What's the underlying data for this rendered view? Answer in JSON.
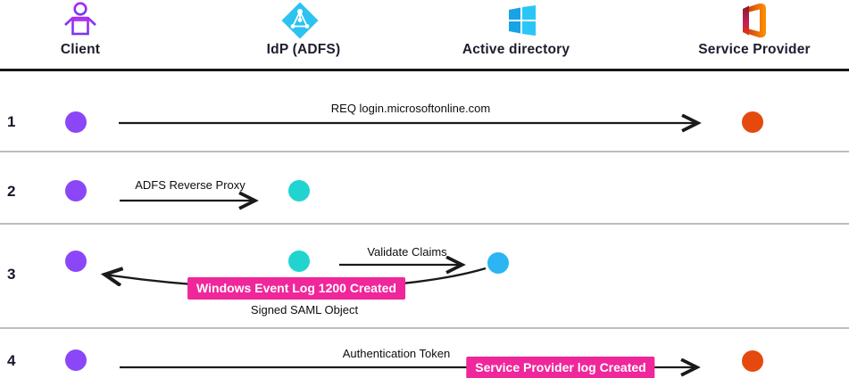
{
  "diagram": {
    "columns": [
      {
        "label": "Client",
        "icon": "person-icon"
      },
      {
        "label": "IdP (ADFS)",
        "icon": "azure-ad-diamond-icon"
      },
      {
        "label": "Active directory",
        "icon": "windows-icon"
      },
      {
        "label": "Service Provider",
        "icon": "office-icon"
      }
    ],
    "rows": [
      {
        "number": "1",
        "label": "REQ login.microsoftonline.com"
      },
      {
        "number": "2",
        "label": "ADFS Reverse Proxy"
      },
      {
        "number": "3",
        "label": "Validate Claims",
        "badge": "Windows Event Log 1200 Created",
        "sublabel": "Signed SAML Object"
      },
      {
        "number": "4",
        "label": "Authentication Token",
        "badge": "Service Provider log Created"
      }
    ],
    "colors": {
      "client_dot": "#8B46F8",
      "idp_dot": "#21D4D0",
      "active_directory_dot": "#2BB5F2",
      "service_provider_dot": "#E6490D",
      "badge_pink": "#F0269B",
      "arrow_black": "#1A1A1A",
      "separator_gray": "#BDBDBD"
    }
  }
}
